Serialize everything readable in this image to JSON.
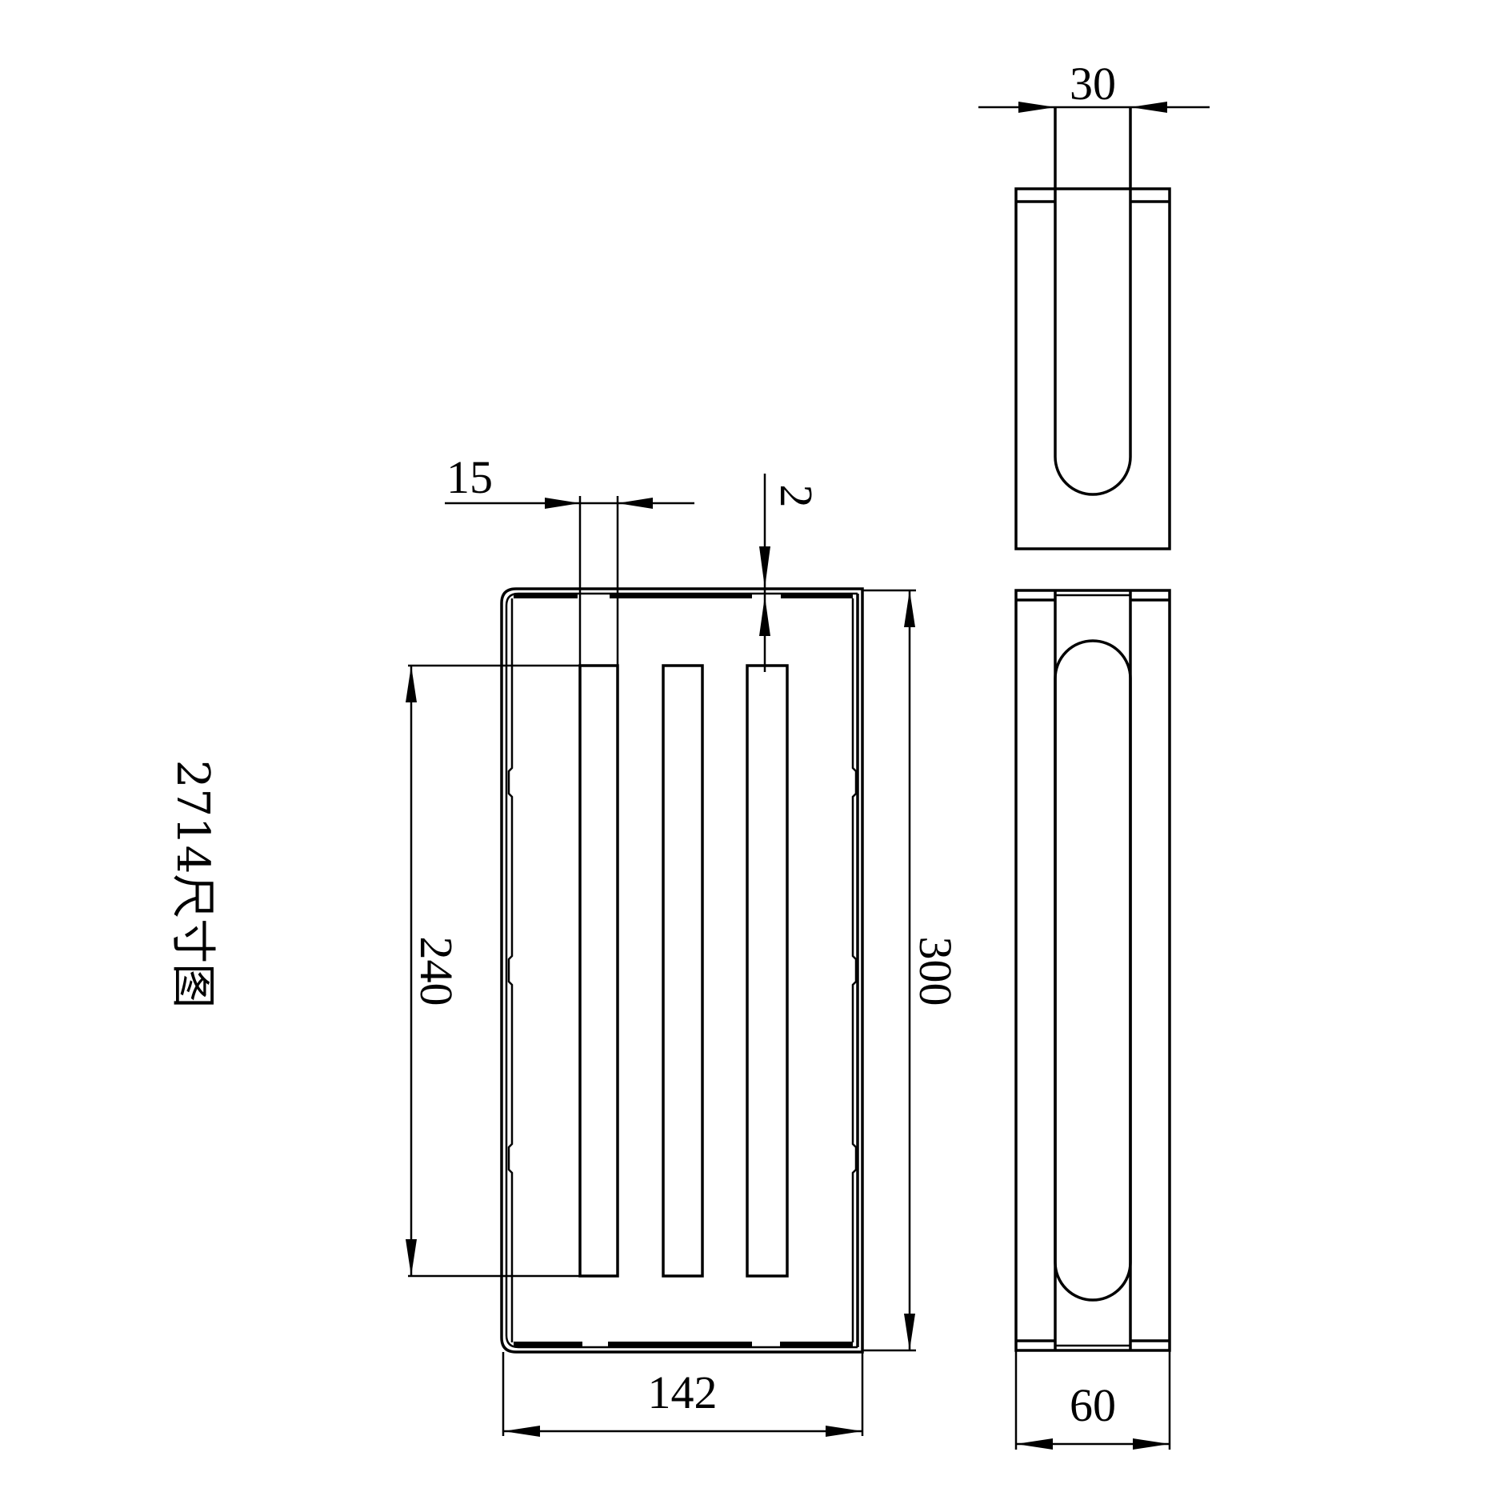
{
  "drawing": {
    "title": "2714尺寸图",
    "colors": {
      "line": "#000000",
      "background": "#ffffff"
    },
    "front_view": {
      "dimensions": {
        "slot_width": "15",
        "wall_thickness": "2",
        "slot_length": "240",
        "overall_length": "300",
        "overall_width": "142"
      },
      "slot_count": 3
    },
    "side_views": {
      "dimensions": {
        "inner_width": "30",
        "overall_depth": "60"
      }
    }
  }
}
